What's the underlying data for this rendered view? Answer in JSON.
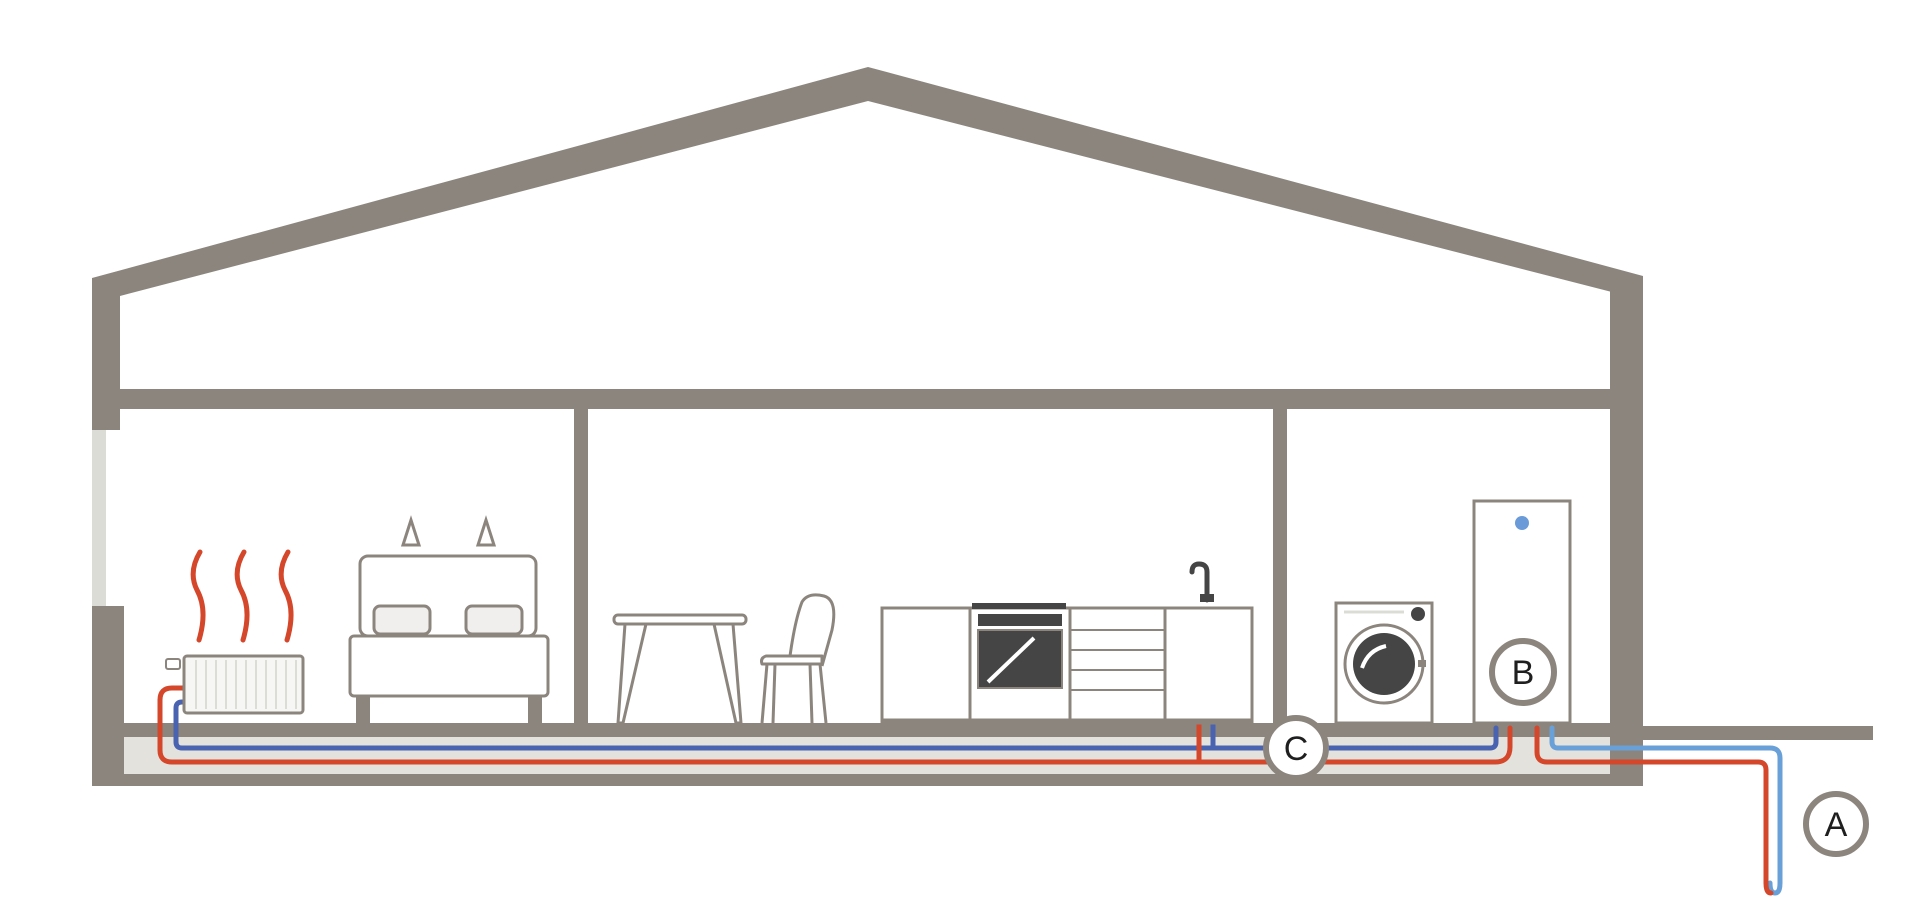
{
  "labels": {
    "a": "A",
    "b": "B",
    "c": "C"
  },
  "colors": {
    "wall": "#8c857e",
    "outline": "#8c857e",
    "floor_fill": "#e3e2dd",
    "hot_pipe": "#d4472a",
    "cold_pipe": "#4a63b0",
    "ground_cold_pipe": "#6aa0d8",
    "dark_appliance": "#454545",
    "heat_wave": "#d4472a",
    "indicator_dot": "#6a9bd8",
    "background": "#ffffff"
  },
  "icons": [
    "house-outline",
    "radiator-icon",
    "heat-waves-icon",
    "bed-icon",
    "lamp-icon",
    "table-icon",
    "chair-icon",
    "kitchen-counter-icon",
    "oven-icon",
    "tap-icon",
    "washing-machine-icon",
    "heat-pump-unit-icon"
  ]
}
